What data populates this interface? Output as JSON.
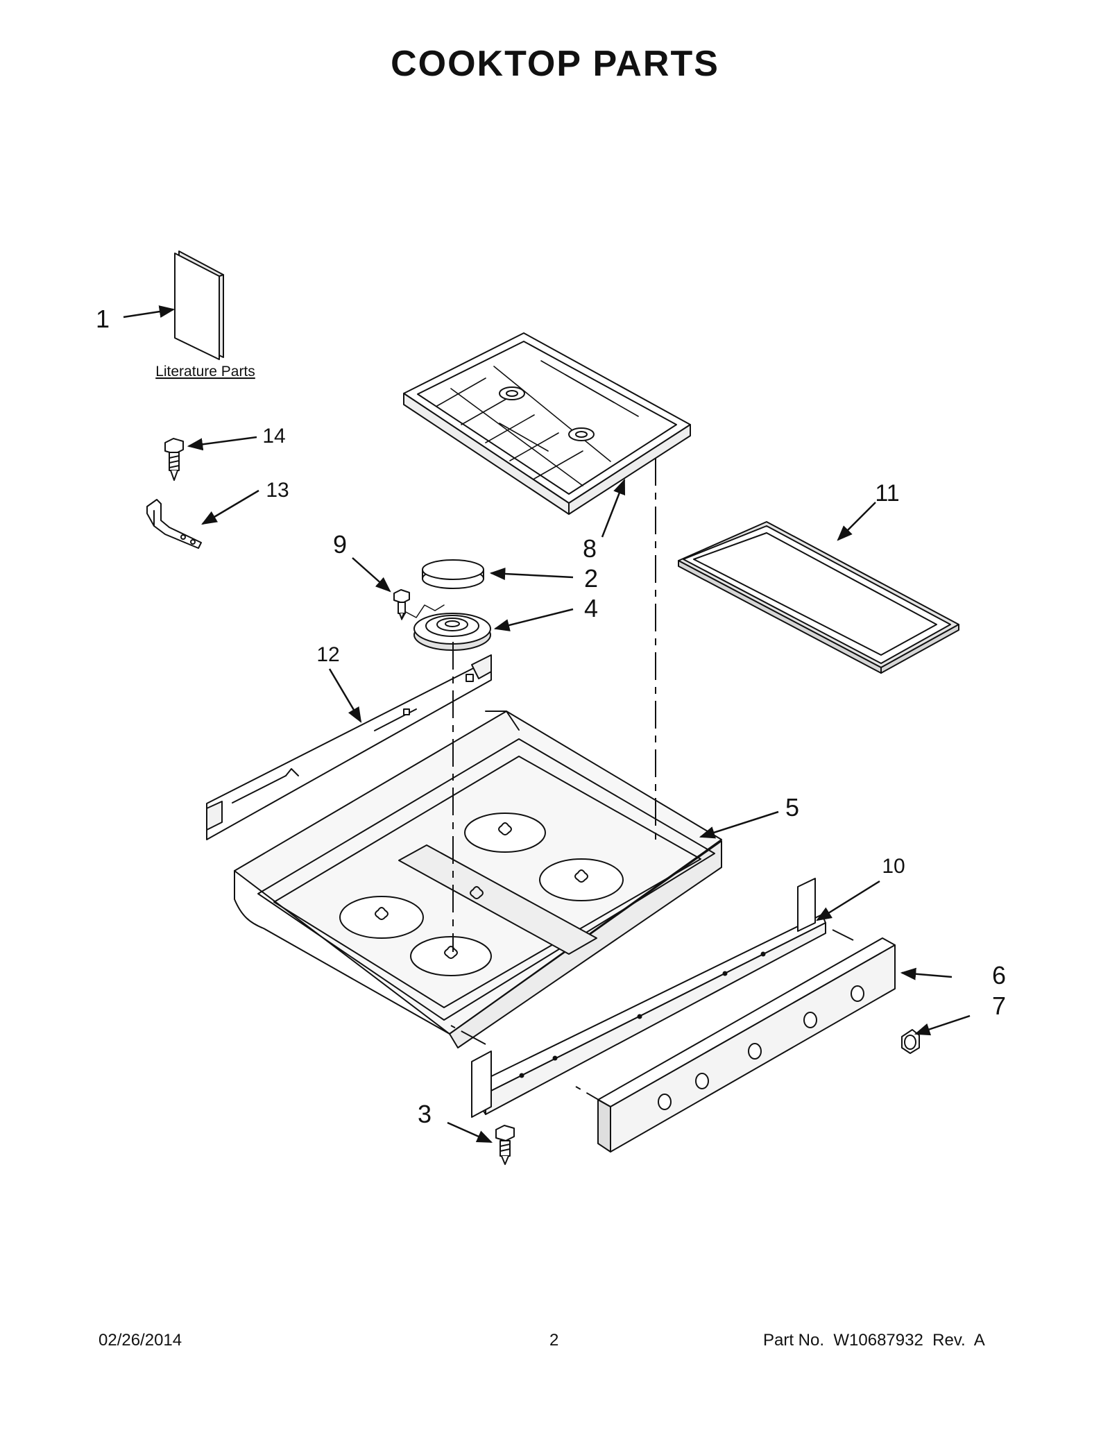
{
  "title": "COOKTOP PARTS",
  "literature_label": "Literature Parts",
  "callouts": {
    "c1": "1",
    "c2": "2",
    "c3": "3",
    "c4": "4",
    "c5": "5",
    "c6": "6",
    "c7": "7",
    "c8": "8",
    "c9": "9",
    "c10": "10",
    "c11": "11",
    "c12": "12",
    "c13": "13",
    "c14": "14"
  },
  "footer": {
    "date": "02/26/2014",
    "page": "2",
    "part": "Part No.  W10687932  Rev.  A"
  },
  "colors": {
    "line": "#111111",
    "fill": "#ffffff",
    "shade": "#dcdcdc"
  }
}
